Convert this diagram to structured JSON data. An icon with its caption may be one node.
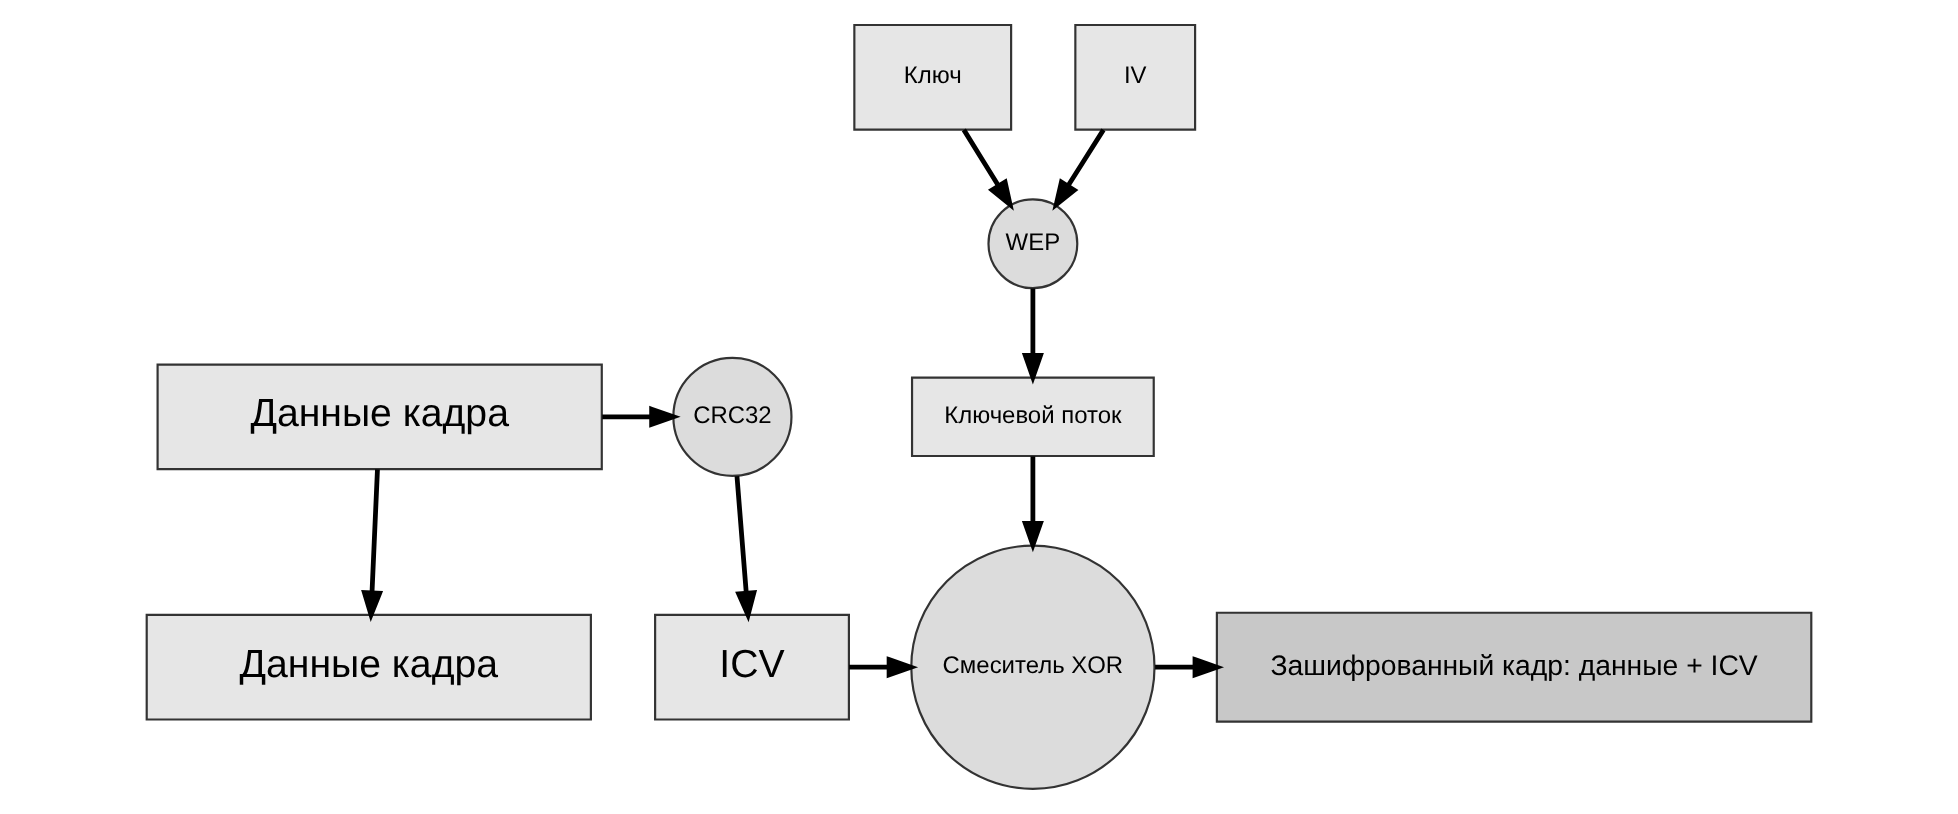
{
  "diagram": {
    "nodes": [
      {
        "text": [
          "Ключ"
        ]
      },
      {
        "text": [
          "IV"
        ]
      },
      {
        "text": [
          "WEP"
        ]
      },
      {
        "text": [
          "Ключевой поток"
        ]
      },
      {
        "text": [
          "Данные кадра"
        ]
      },
      {
        "text": [
          "CRC32"
        ]
      },
      {
        "text": [
          "Данные кадра"
        ]
      },
      {
        "text": [
          "ICV"
        ]
      },
      {
        "text": [
          "Смеситель XOR"
        ]
      },
      {
        "text": [
          "Зашифрованный кадр: данные + ICV"
        ]
      }
    ],
    "edges": [
      {
        "from": 0,
        "to": 2,
        "arrow": "to"
      },
      {
        "from": 1,
        "to": 2,
        "arrow": "to"
      },
      {
        "from": 2,
        "to": 3,
        "arrow": "to"
      },
      {
        "from": 3,
        "to": 8,
        "arrow": "to"
      },
      {
        "from": 4,
        "to": 5,
        "arrow": "to"
      },
      {
        "from": 5,
        "to": 7,
        "arrow": "to"
      },
      {
        "from": 4,
        "to": 6,
        "arrow": "to"
      },
      {
        "from": 7,
        "to": 8,
        "arrow": "to"
      },
      {
        "from": 8,
        "to": 9,
        "arrow": "to"
      }
    ]
  }
}
